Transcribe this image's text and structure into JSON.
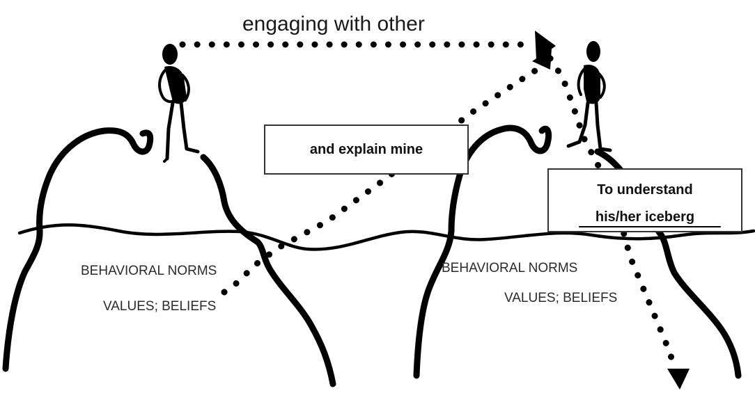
{
  "title": "engaging with other",
  "left_iceberg": {
    "norms": "BEHAVIORAL NORMS",
    "values": "VALUES; BELIEFS"
  },
  "right_iceberg": {
    "norms": "BEHAVIORAL NORMS",
    "values": "VALUES; BELIEFS"
  },
  "box_explain": "and explain mine",
  "box_understand": {
    "line1": "To understand",
    "line2": "his/her iceberg"
  }
}
